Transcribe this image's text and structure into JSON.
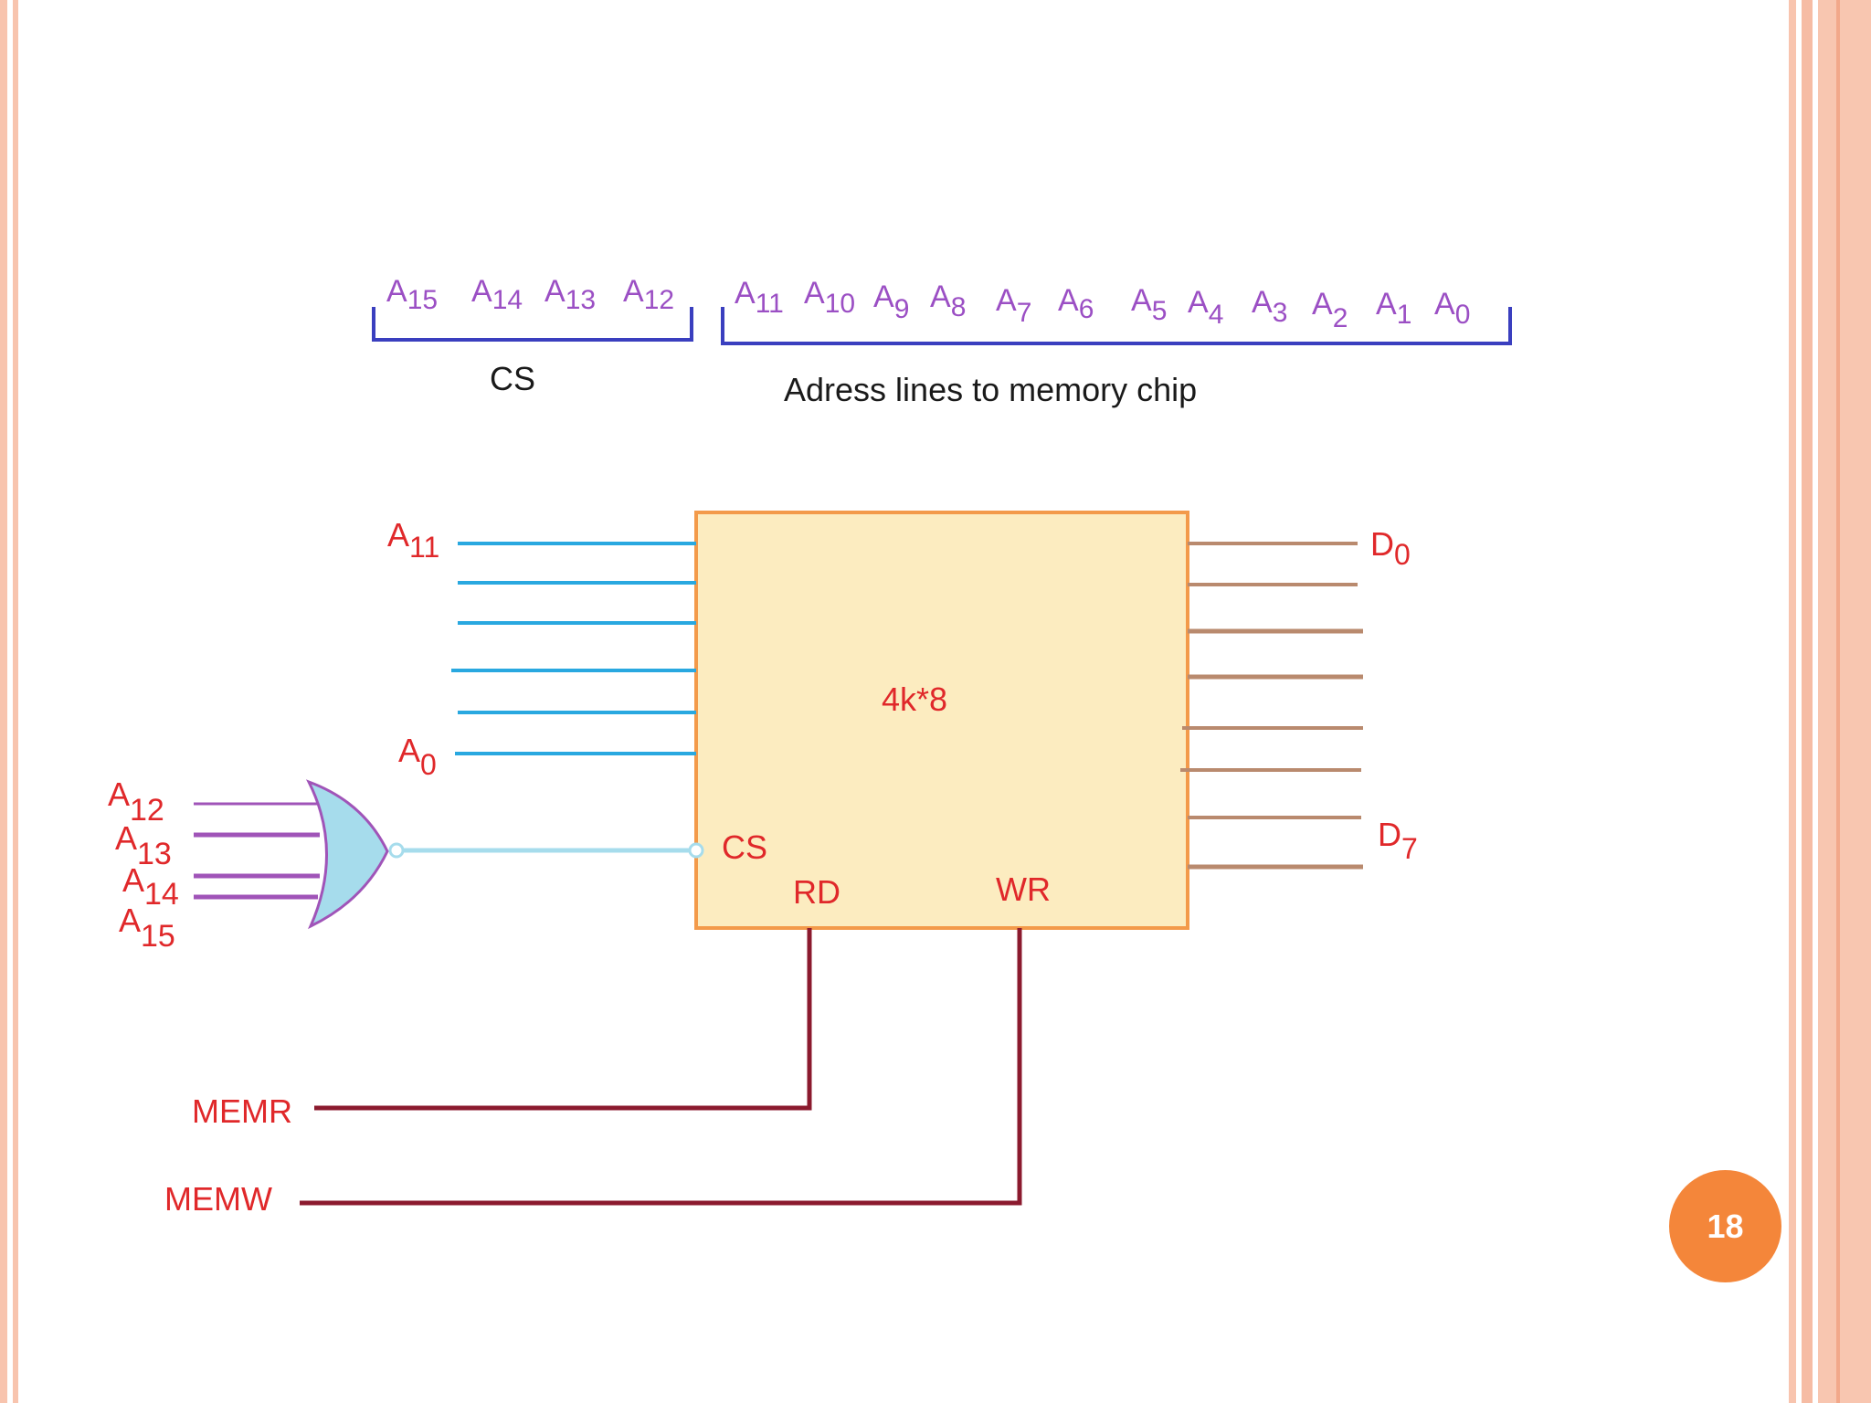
{
  "header": {
    "cs_bits": [
      {
        "letter": "A",
        "sub": "15"
      },
      {
        "letter": "A",
        "sub": "14"
      },
      {
        "letter": "A",
        "sub": "13"
      },
      {
        "letter": "A",
        "sub": "12"
      }
    ],
    "address_bits": [
      {
        "letter": "A",
        "sub": "11"
      },
      {
        "letter": "A",
        "sub": "10"
      },
      {
        "letter": "A",
        "sub": "9"
      },
      {
        "letter": "A",
        "sub": "8"
      },
      {
        "letter": "A",
        "sub": "7"
      },
      {
        "letter": "A",
        "sub": "6"
      },
      {
        "letter": "A",
        "sub": "5"
      },
      {
        "letter": "A",
        "sub": "4"
      },
      {
        "letter": "A",
        "sub": "3"
      },
      {
        "letter": "A",
        "sub": "2"
      },
      {
        "letter": "A",
        "sub": "1"
      },
      {
        "letter": "A",
        "sub": "0"
      }
    ],
    "cs_caption": "CS",
    "address_caption": "Adress lines to memory chip"
  },
  "chip": {
    "label": "4k*8",
    "cs_pin": "CS",
    "rd_pin": "RD",
    "wr_pin": "WR"
  },
  "address_inputs": {
    "top": {
      "letter": "A",
      "sub": "11"
    },
    "bottom": {
      "letter": "A",
      "sub": "0"
    }
  },
  "data_outputs": {
    "top": {
      "letter": "D",
      "sub": "0"
    },
    "bottom": {
      "letter": "D",
      "sub": "7"
    }
  },
  "gate_inputs": [
    {
      "letter": "A",
      "sub": "12"
    },
    {
      "letter": "A",
      "sub": "13"
    },
    {
      "letter": "A",
      "sub": "14"
    },
    {
      "letter": "A",
      "sub": "15"
    }
  ],
  "control": {
    "memr": "MEMR",
    "memw": "MEMW"
  },
  "page_number": "18",
  "colors": {
    "address_bits": "#9b4fc4",
    "bracket": "#3a3fbf",
    "label_red": "#e0282a",
    "address_line": "#29a8e0",
    "data_line": "#b98a6e",
    "chip_fill": "#fcecc0",
    "chip_border": "#f39a4a",
    "gate_fill": "#a6dcec",
    "gate_input": "#a054b8",
    "control_line": "#8b1a2e",
    "badge": "#f4863a",
    "border": "#f8c4ae"
  }
}
